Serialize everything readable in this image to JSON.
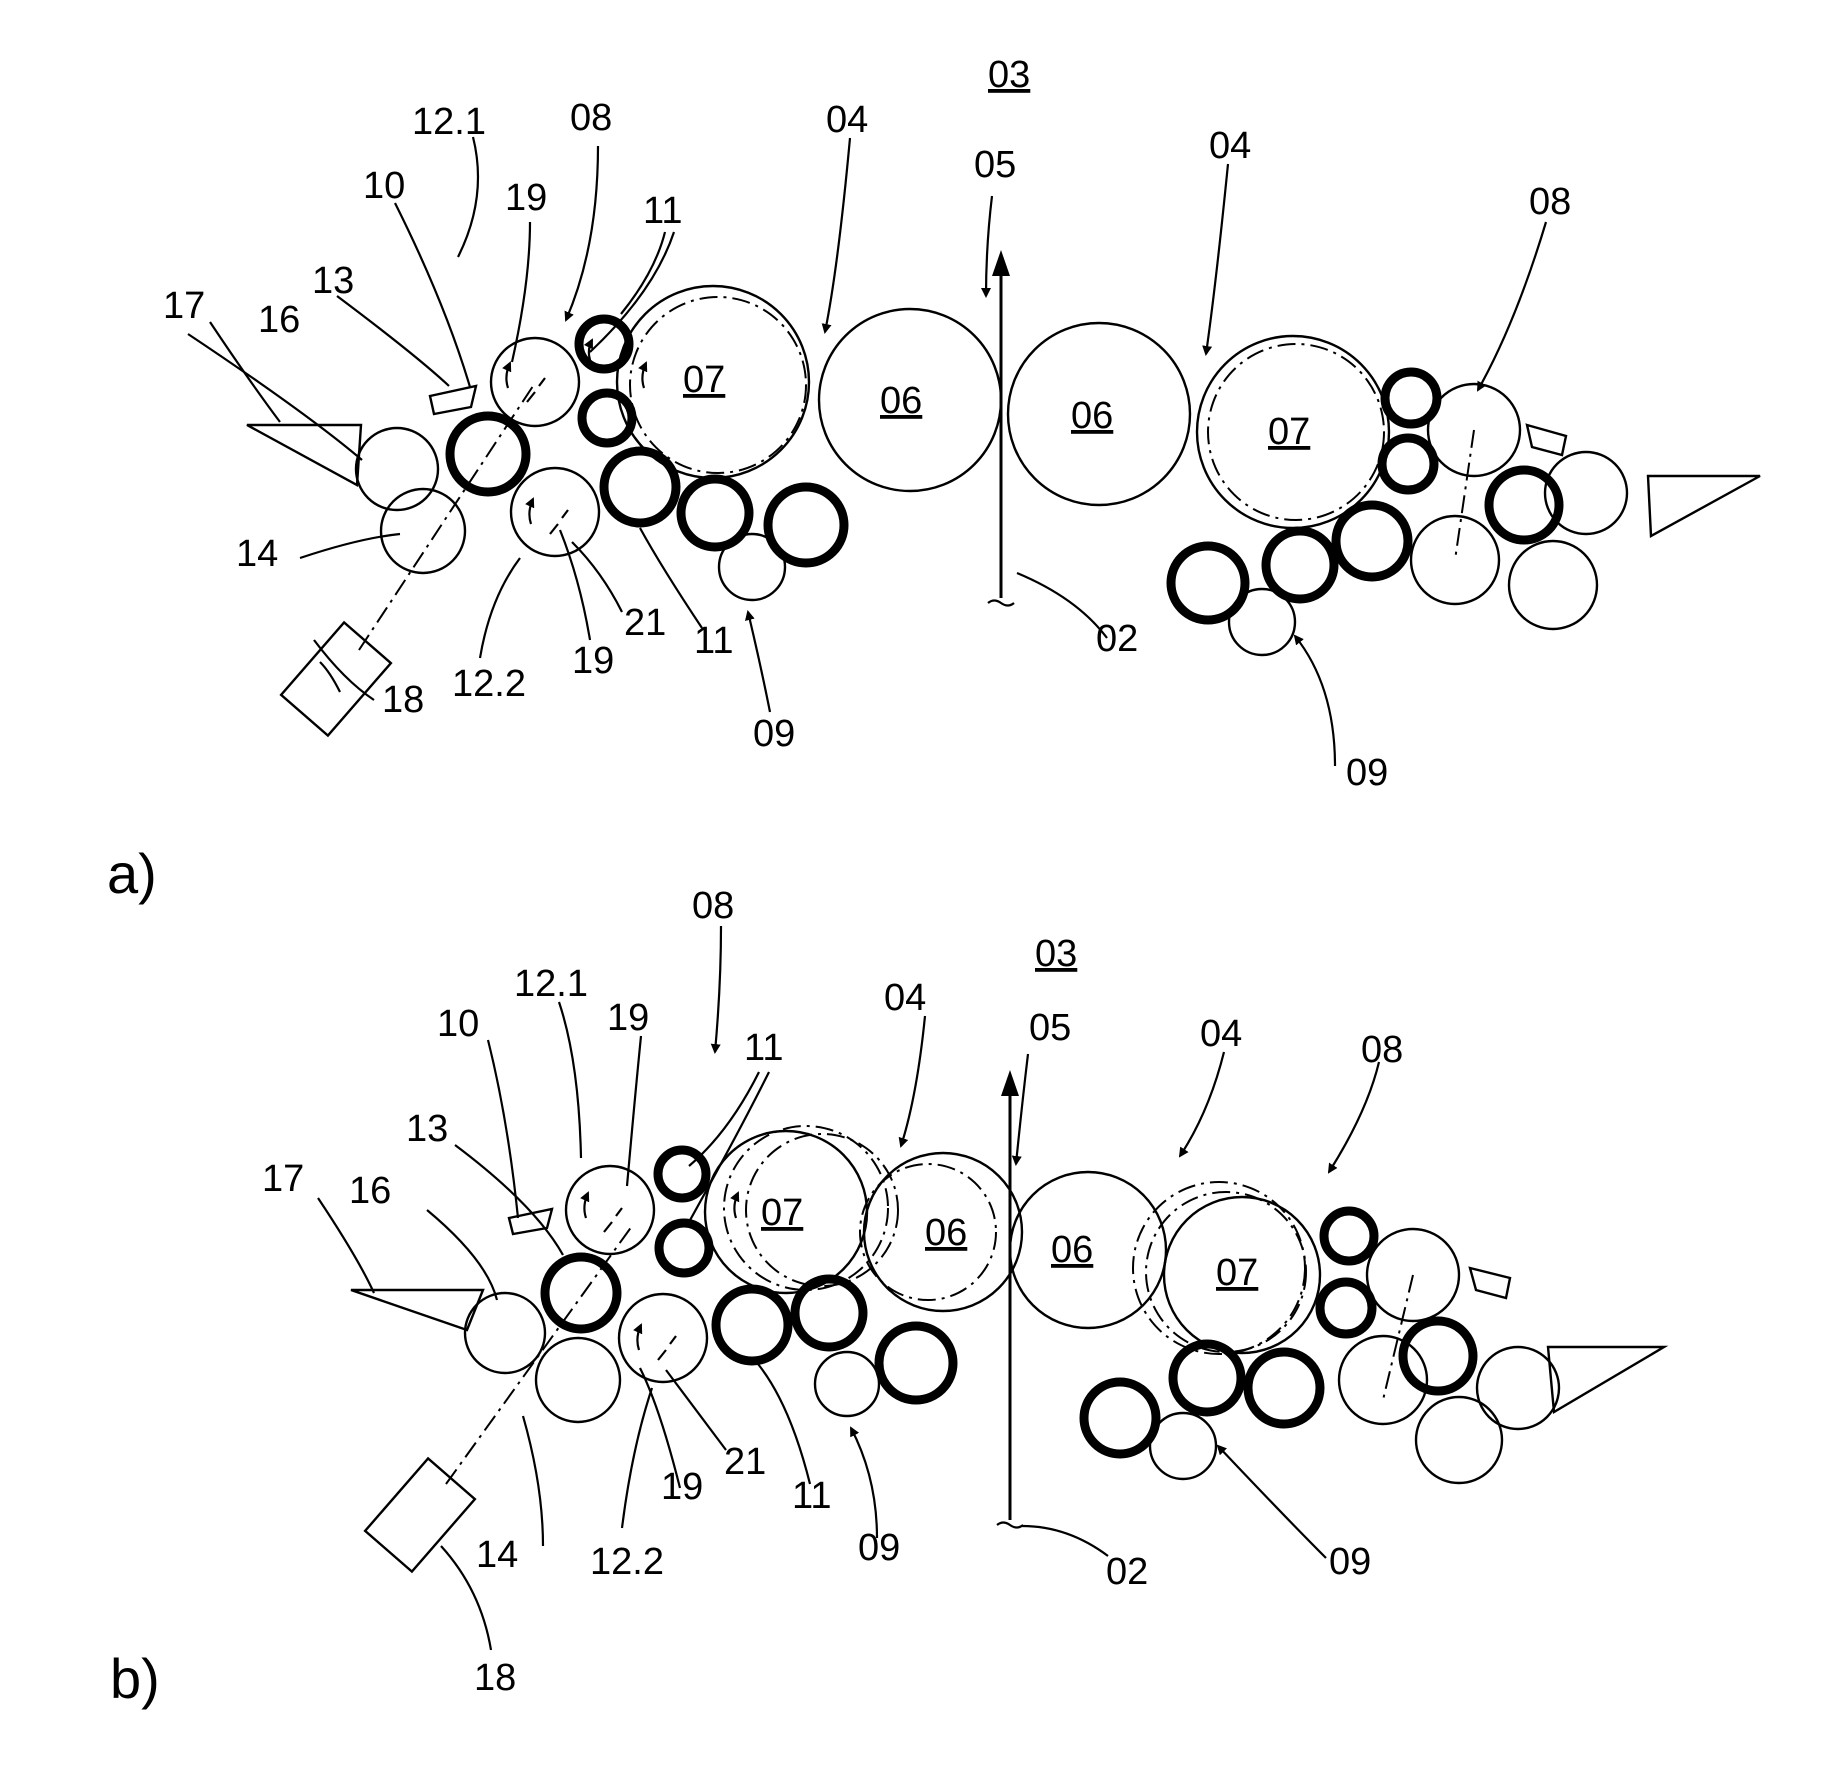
{
  "figure": {
    "panel_labels": {
      "a": "a)",
      "b": "b)"
    },
    "refs": {
      "r02": "02",
      "r03": "03",
      "r04": "04",
      "r05": "05",
      "r06": "06",
      "r07": "07",
      "r08": "08",
      "r09": "09",
      "r10": "10",
      "r11": "11",
      "r12_1": "12.1",
      "r12_2": "12.2",
      "r13": "13",
      "r14": "14",
      "r16": "16",
      "r17": "17",
      "r18": "18",
      "r19": "19",
      "r21": "21"
    }
  }
}
